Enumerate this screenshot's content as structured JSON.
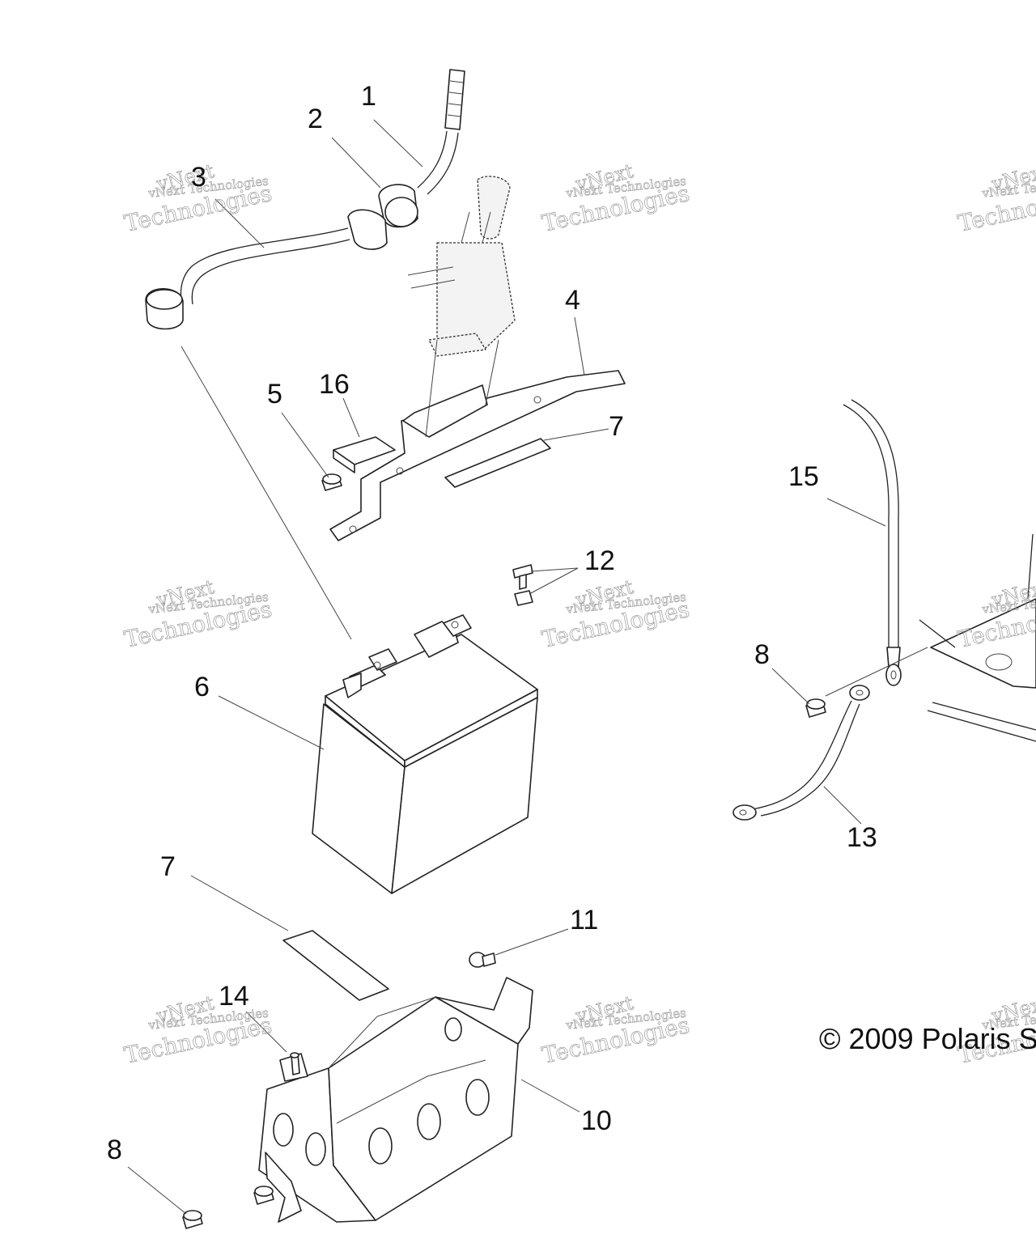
{
  "callouts": {
    "c1": "1",
    "c2": "2",
    "c3": "3",
    "c4": "4",
    "c5": "5",
    "c16": "16",
    "c7a": "7",
    "c7b": "7",
    "c12": "12",
    "c6": "6",
    "c8a": "8",
    "c8b": "8",
    "c15": "15",
    "c13": "13",
    "c11": "11",
    "c14": "14",
    "c10": "10"
  },
  "copyright": "© 2009 Polaris S",
  "watermark": {
    "line0": "vNext",
    "line1": "vNext Technologies",
    "line2": "Technologies"
  }
}
